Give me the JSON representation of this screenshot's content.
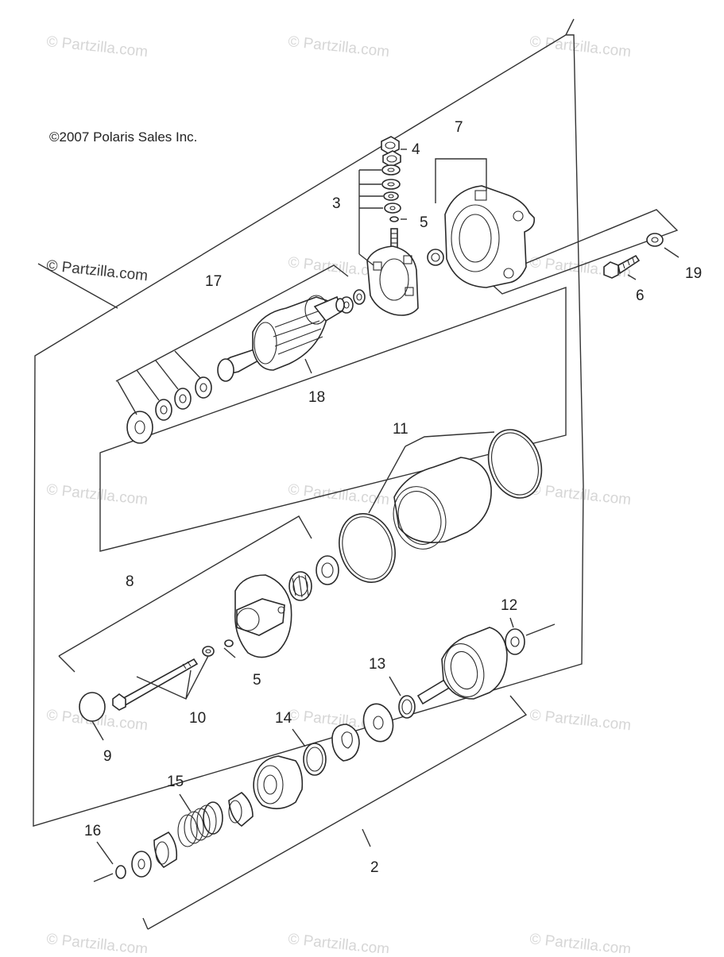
{
  "copyright": "©2007 Polaris Sales Inc.",
  "watermark": "© Partzilla.com",
  "watermark_main": "© Partzilla.com",
  "callouts": {
    "c2": "2",
    "c3": "3",
    "c4": "4",
    "c5a": "5",
    "c5b": "5",
    "c6": "6",
    "c7": "7",
    "c8": "8",
    "c9": "9",
    "c10": "10",
    "c11": "11",
    "c12": "12",
    "c13": "13",
    "c14": "14",
    "c15": "15",
    "c16": "16",
    "c17": "17",
    "c18": "18",
    "c19": "19"
  },
  "colors": {
    "line": "#333333",
    "watermark": "#d6d6d6",
    "background": "#ffffff"
  }
}
